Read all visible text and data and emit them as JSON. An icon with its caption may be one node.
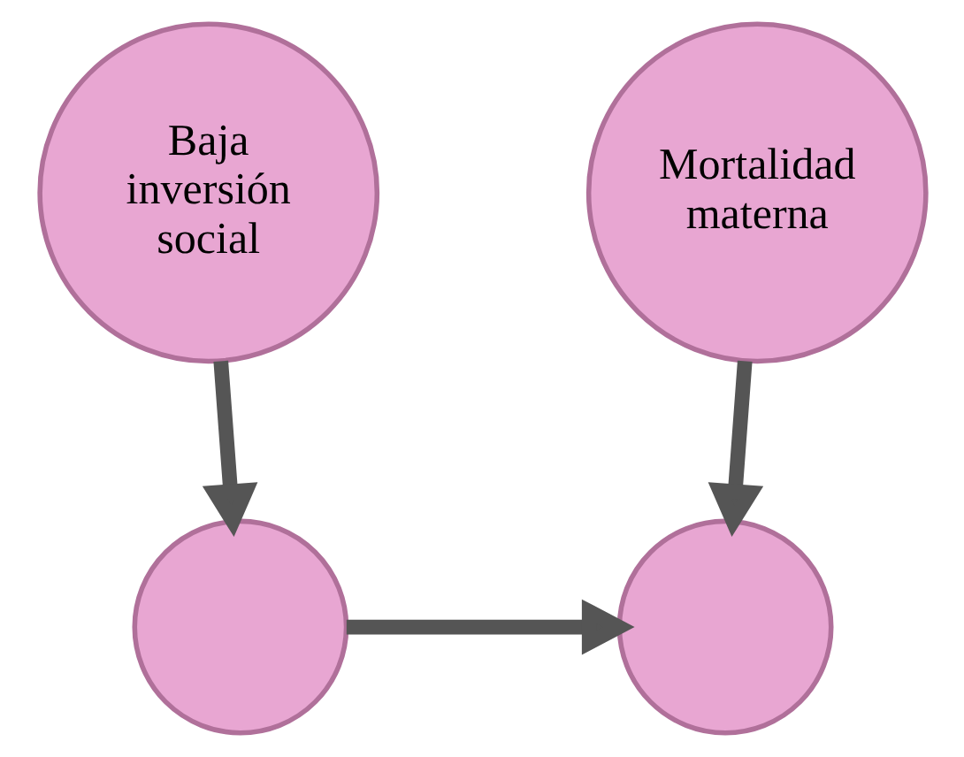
{
  "diagram": {
    "nodes": [
      {
        "text": [
          "Baja inversión social"
        ]
      },
      {
        "text": [
          "Mortalidad materna"
        ]
      },
      {
        "text": [],
        "shape": "circle"
      },
      {
        "text": [],
        "shape": "circle"
      }
    ],
    "edges": [
      {
        "from": 0,
        "to": 2,
        "arrow": "to"
      },
      {
        "from": 1,
        "to": 3,
        "arrow": "to"
      },
      {
        "from": 2,
        "to": 3,
        "arrow": "to"
      }
    ]
  }
}
